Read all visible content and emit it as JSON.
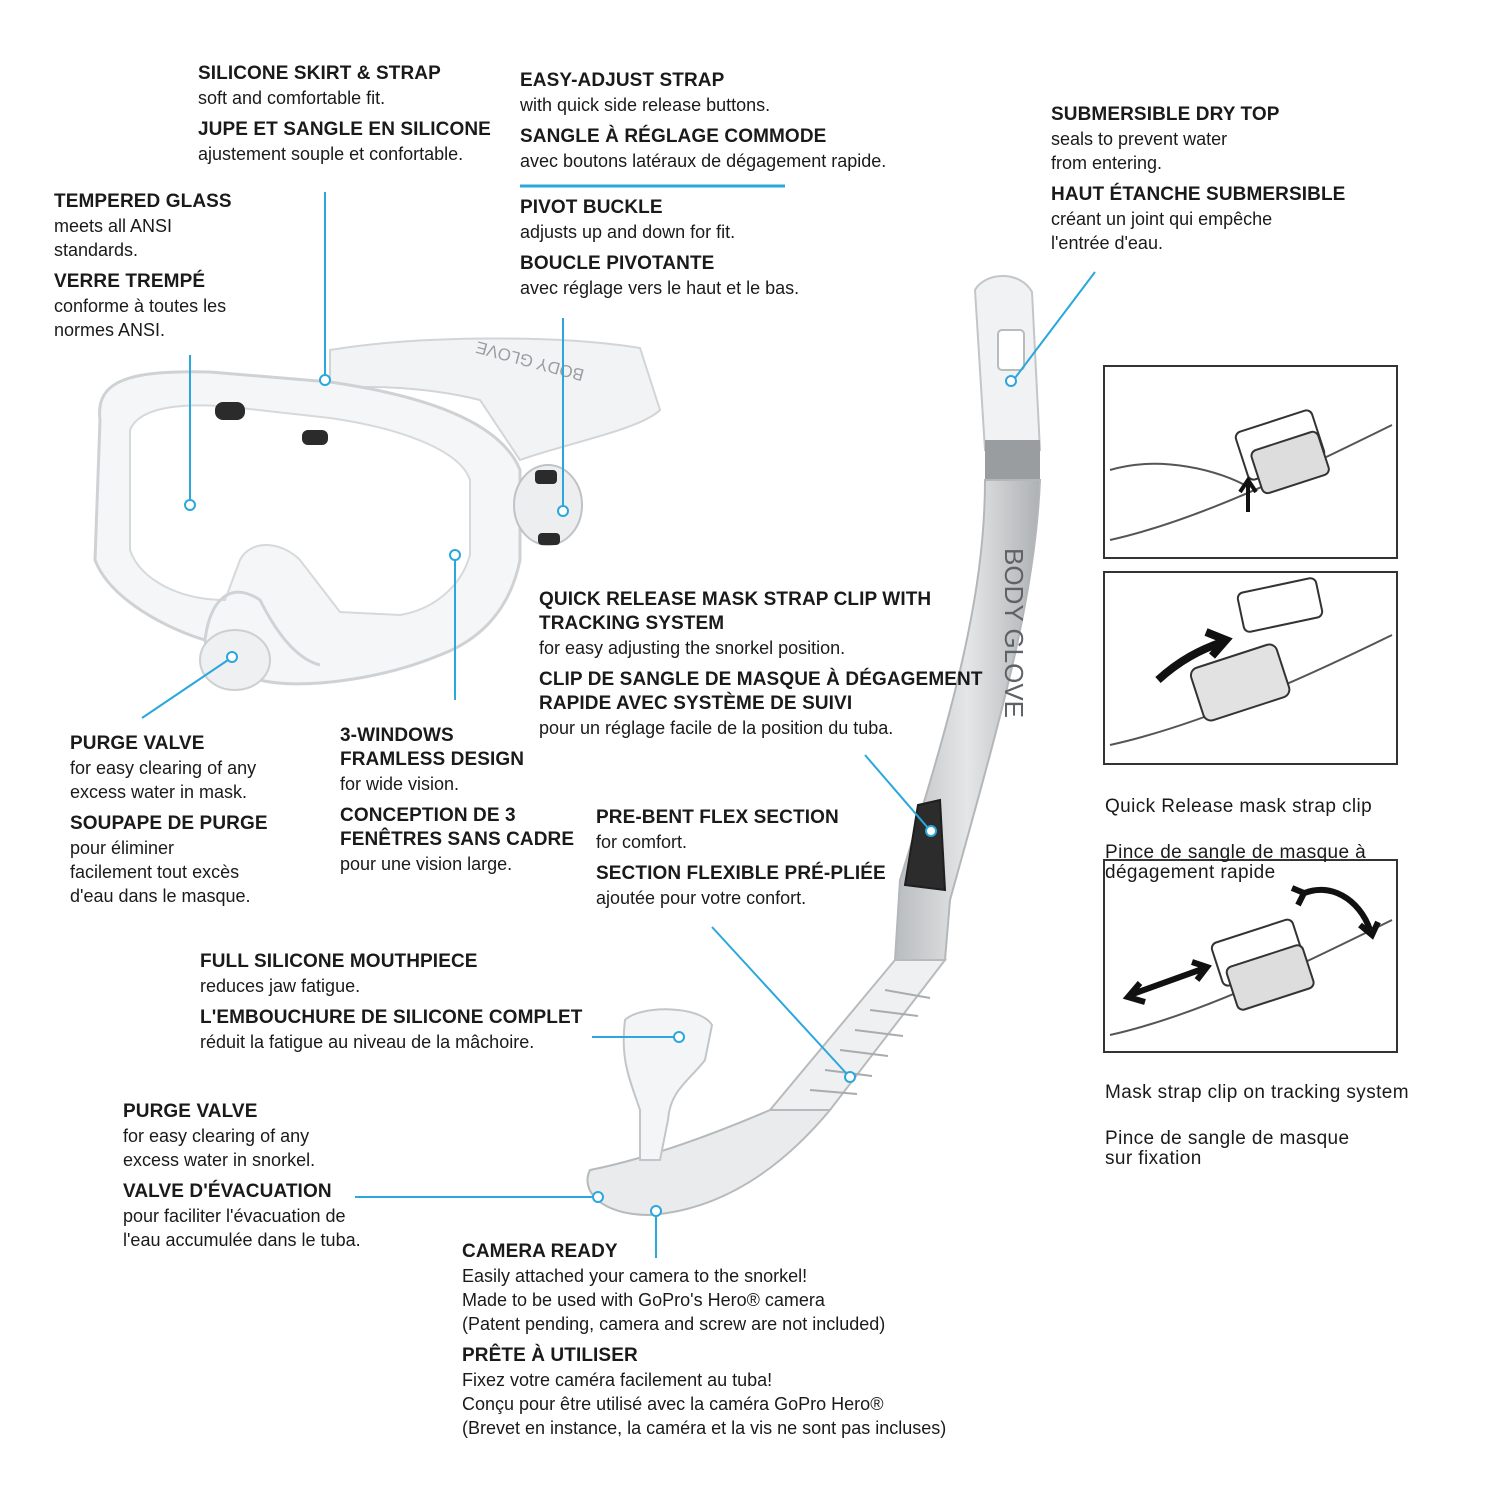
{
  "brand_mark": "BODY GLOVE",
  "callouts": {
    "skirt": {
      "title": "SILICONE SKIRT & STRAP",
      "desc": "soft and comfortable fit.",
      "title_fr": "JUPE ET SANGLE EN SILICONE",
      "desc_fr": "ajustement souple et confortable."
    },
    "strap": {
      "title": "EASY-ADJUST STRAP",
      "desc": "with quick side release buttons.",
      "title_fr": "SANGLE À RÉGLAGE COMMODE",
      "desc_fr": "avec boutons latéraux de dégagement rapide."
    },
    "drytop": {
      "title": "SUBMERSIBLE DRY TOP",
      "desc": "seals to prevent water\nfrom entering.",
      "title_fr": "HAUT ÉTANCHE SUBMERSIBLE",
      "desc_fr": "créant un joint qui empêche\nl'entrée d'eau."
    },
    "glass": {
      "title": "TEMPERED GLASS",
      "desc": "meets all ANSI\nstandards.",
      "title_fr": "VERRE TREMPÉ",
      "desc_fr": "conforme à toutes les\nnormes ANSI."
    },
    "buckle": {
      "title": "PIVOT BUCKLE",
      "desc": "adjusts up and down for fit.",
      "title_fr": "BOUCLE PIVOTANTE",
      "desc_fr": "avec réglage vers le haut et le bas."
    },
    "clip": {
      "title": "QUICK RELEASE MASK STRAP CLIP WITH\nTRACKING SYSTEM",
      "desc": "for easy adjusting the snorkel position.",
      "title_fr": "CLIP DE SANGLE DE MASQUE À DÉGAGEMENT\nRAPIDE AVEC SYSTÈME DE SUIVI",
      "desc_fr": "pour un réglage facile de la position du tuba."
    },
    "purge_mask": {
      "title": "PURGE VALVE",
      "desc": "for easy clearing of any\nexcess water in mask.",
      "title_fr": "SOUPAPE DE PURGE",
      "desc_fr": "pour éliminer\nfacilement tout excès\nd'eau dans le masque."
    },
    "windows": {
      "title": "3-WINDOWS\nFRAMLESS DESIGN",
      "desc": "for wide vision.",
      "title_fr": "CONCEPTION DE 3\nFENÊTRES SANS CADRE",
      "desc_fr": "pour une vision large."
    },
    "flex": {
      "title": "PRE-BENT FLEX SECTION",
      "desc": "for comfort.",
      "title_fr": "SECTION FLEXIBLE PRÉ-PLIÉE",
      "desc_fr": "ajoutée pour votre confort."
    },
    "mouthpiece": {
      "title": "FULL SILICONE MOUTHPIECE",
      "desc": "reduces jaw fatigue.",
      "title_fr": "L'EMBOUCHURE DE SILICONE COMPLET",
      "desc_fr": "réduit la fatigue au niveau de la mâchoire."
    },
    "purge_snorkel": {
      "title": "PURGE VALVE",
      "desc": "for easy clearing of any\nexcess water in snorkel.",
      "title_fr": "VALVE D'ÉVACUATION",
      "desc_fr": "pour faciliter l'évacuation de\nl'eau accumulée dans le tuba."
    },
    "camera": {
      "title": "CAMERA READY",
      "desc": "Easily attached your camera to the snorkel!\nMade to be used with GoPro's Hero® camera\n(Patent pending, camera and screw are not included)",
      "title_fr": "PRÊTE À UTILISER",
      "desc_fr": "Fixez votre caméra facilement au tuba!\nConçu pour être utilisé avec la caméra GoPro Hero®\n(Brevet en instance, la caméra et la vis ne sont pas incluses)"
    }
  },
  "panels": {
    "clip_caption": {
      "en": "Quick Release mask strap clip",
      "fr": "Pince de sangle de masque à\ndégagement rapide"
    },
    "tracking_caption": {
      "en": "Mask strap clip on tracking system",
      "fr": "Pince de sangle de masque\nsur fixation"
    }
  },
  "colors": {
    "accent": "#2aa7dd",
    "text": "#1a1a1a",
    "panel_border": "#333333",
    "product_grey": "#c9ccce"
  }
}
